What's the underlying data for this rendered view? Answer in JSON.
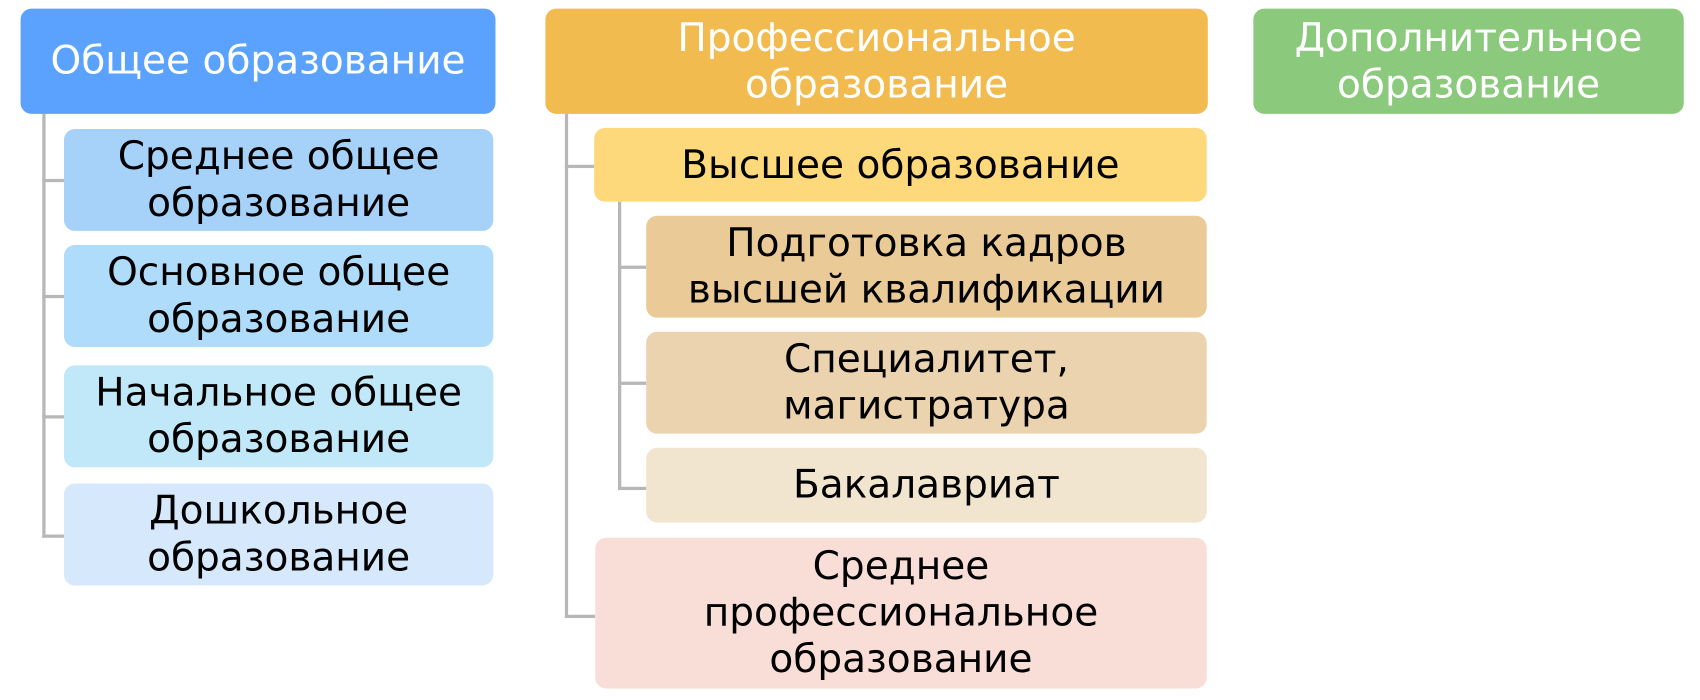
{
  "columns": [
    {
      "title": "Общее образование",
      "color": "#5aa2fe",
      "children": [
        {
          "label": "Среднее общее образование",
          "color": "#a6d2fa"
        },
        {
          "label": "Основное общее образование",
          "color": "#aedcfa"
        },
        {
          "label": "Начальное общее образование",
          "color": "#c0e8f9"
        },
        {
          "label": "Дошкольное образование",
          "color": "#d6e8fb"
        }
      ]
    },
    {
      "title": "Профессиональное образование",
      "color": "#f2bb50",
      "children": [
        {
          "label": "Высшее образование",
          "color": "#fdd97c",
          "children": [
            {
              "label": "Подготовка кадров высшей квалификации",
              "color": "#eacb98"
            },
            {
              "label": "Специалитет, магистратура",
              "color": "#ead3ae"
            },
            {
              "label": "Бакалавриат",
              "color": "#f1e5d0"
            }
          ]
        },
        {
          "label": "Среднее профессиональное образование",
          "color": "#f9ded7"
        }
      ]
    },
    {
      "title": "Дополнительное образование",
      "color": "#8bca7c",
      "children": []
    }
  ]
}
